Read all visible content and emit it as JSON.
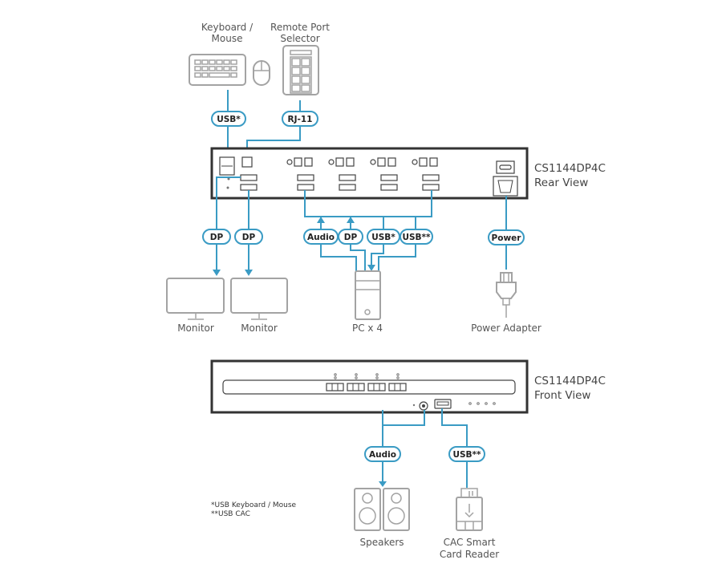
{
  "devices": {
    "keyboard_mouse": "Keyboard /",
    "keyboard_mouse_2": "Mouse",
    "remote_port_selector": "Remote Port",
    "remote_port_selector_2": "Selector",
    "monitor_1": "Monitor",
    "monitor_2": "Monitor",
    "pc": "PC x 4",
    "power_adapter": "Power Adapter",
    "speakers": "Speakers",
    "cac_reader": "CAC Smart",
    "cac_reader_2": "Card Reader"
  },
  "rear_view": {
    "model": "CS1144DP4C",
    "view": "Rear View"
  },
  "front_view": {
    "model": "CS1144DP4C",
    "view": "Front View"
  },
  "connections": {
    "usb_kbm": "USB*",
    "rj11": "RJ-11",
    "dp_1": "DP",
    "dp_2": "DP",
    "pc_audio": "Audio",
    "pc_dp": "DP",
    "pc_usb": "USB*",
    "pc_usb_cac": "USB**",
    "power": "Power",
    "front_audio": "Audio",
    "front_usb_cac": "USB**"
  },
  "footnotes": {
    "note_1": "*USB Keyboard / Mouse",
    "note_2": "**USB CAC"
  },
  "colors": {
    "wire": "#3a9bc4",
    "device_outline": "#a3a3a3",
    "unit_outline": "#333333"
  }
}
